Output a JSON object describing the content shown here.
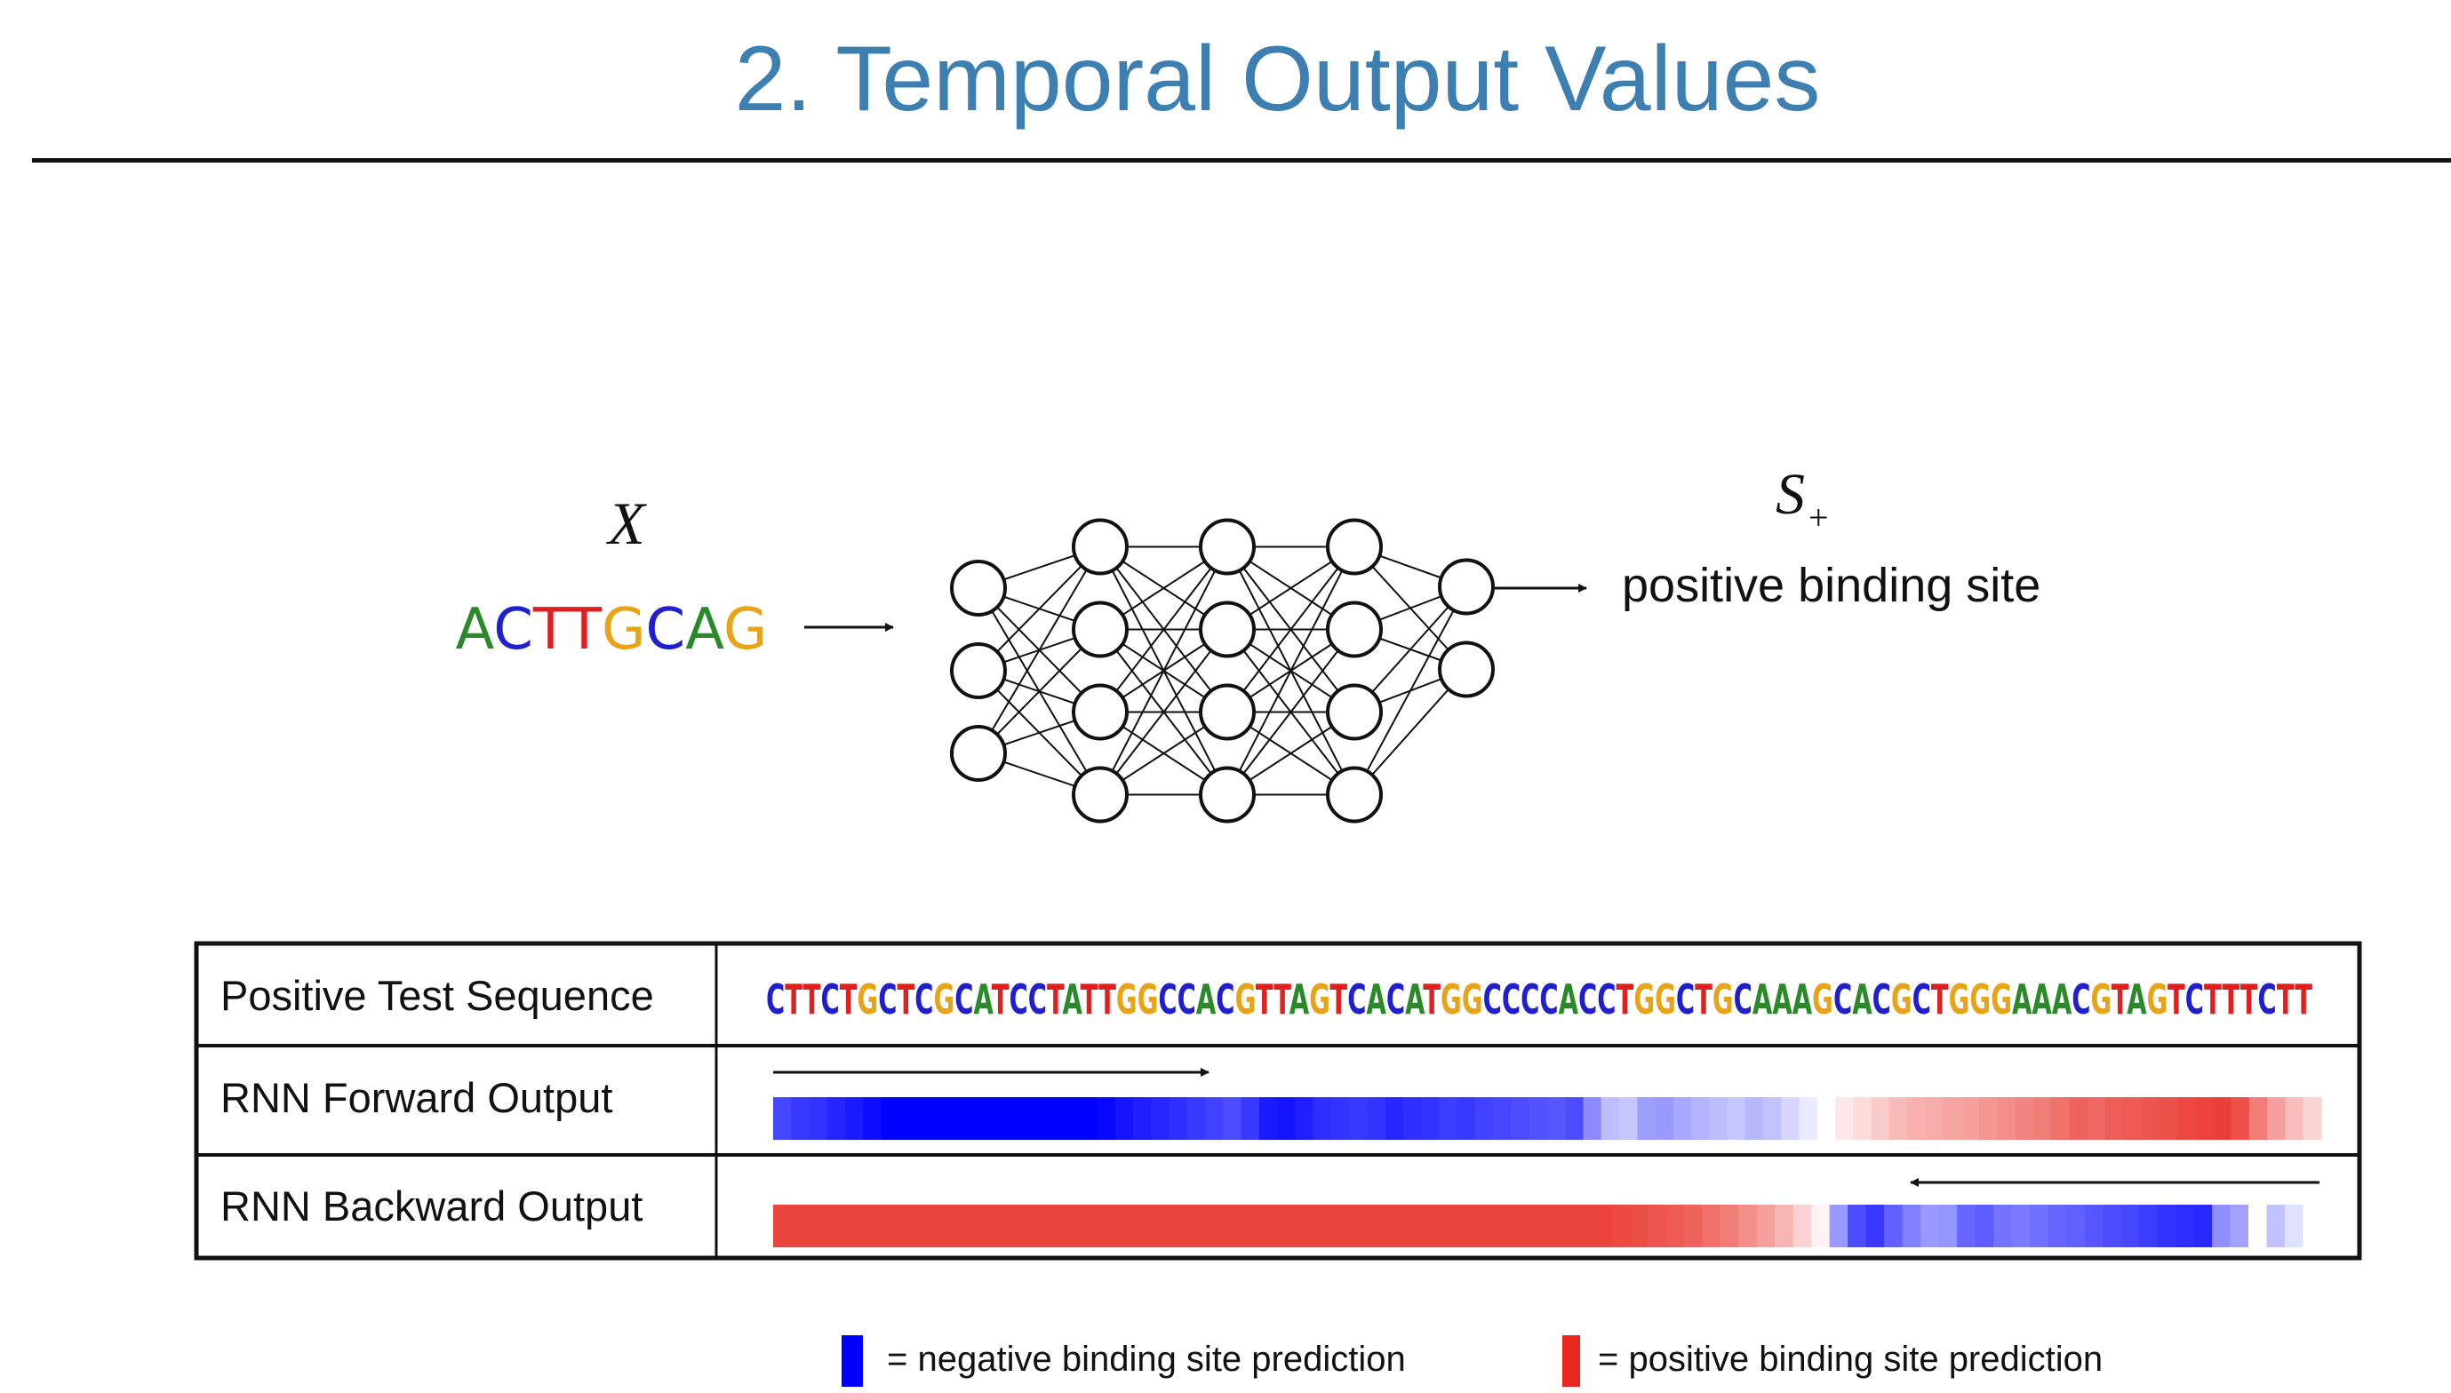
{
  "title": "2. Temporal Output Values",
  "input": {
    "variable": "X",
    "sequence": "ACTTGCAG"
  },
  "output": {
    "variable": "S",
    "subscript": "+",
    "label": "positive binding site"
  },
  "network": {
    "layers": [
      3,
      4,
      4,
      4,
      2
    ]
  },
  "table": {
    "rows": [
      {
        "label": "Positive Test Sequence"
      },
      {
        "label": "RNN Forward Output"
      },
      {
        "label": "RNN Backward Output"
      }
    ],
    "test_sequence": "CTTCTGCTCGCATCCTATTGGCCACGTTAGTCACATGGCCCCACCTGGCTGCAAAGCACGCTGGGAAACGTAGTCTTTCTT",
    "forward_scores": [
      -0.72,
      -0.78,
      -0.8,
      -0.86,
      -0.9,
      -0.95,
      -1.0,
      -1.0,
      -1.0,
      -1.0,
      -1.0,
      -1.0,
      -1.0,
      -1.0,
      -1.0,
      -1.0,
      -1.0,
      -1.0,
      -0.97,
      -0.92,
      -0.88,
      -0.85,
      -0.82,
      -0.78,
      -0.74,
      -0.7,
      -0.78,
      -0.9,
      -0.92,
      -0.88,
      -0.82,
      -0.8,
      -0.78,
      -0.8,
      -0.85,
      -0.82,
      -0.8,
      -0.76,
      -0.78,
      -0.74,
      -0.72,
      -0.7,
      -0.68,
      -0.66,
      -0.7,
      -0.45,
      -0.26,
      -0.22,
      -0.38,
      -0.4,
      -0.34,
      -0.3,
      -0.26,
      -0.22,
      -0.28,
      -0.24,
      -0.16,
      -0.08,
      0.0,
      0.1,
      0.16,
      0.24,
      0.32,
      0.36,
      0.38,
      0.42,
      0.44,
      0.48,
      0.52,
      0.56,
      0.6,
      0.66,
      0.72,
      0.7,
      0.74,
      0.76,
      0.78,
      0.8,
      0.84,
      0.86,
      0.88,
      0.8,
      0.6,
      0.44,
      0.3,
      0.2
    ],
    "backward_scores": [
      0.86,
      0.86,
      0.86,
      0.86,
      0.86,
      0.86,
      0.86,
      0.86,
      0.86,
      0.86,
      0.86,
      0.86,
      0.86,
      0.86,
      0.86,
      0.86,
      0.86,
      0.86,
      0.86,
      0.86,
      0.86,
      0.86,
      0.86,
      0.86,
      0.86,
      0.86,
      0.86,
      0.86,
      0.86,
      0.86,
      0.86,
      0.86,
      0.86,
      0.86,
      0.86,
      0.86,
      0.86,
      0.86,
      0.86,
      0.86,
      0.86,
      0.86,
      0.86,
      0.86,
      0.86,
      0.86,
      0.84,
      0.82,
      0.78,
      0.76,
      0.72,
      0.66,
      0.6,
      0.52,
      0.44,
      0.34,
      0.2,
      0.06,
      -0.4,
      -0.7,
      -0.78,
      -0.62,
      -0.5,
      -0.4,
      -0.42,
      -0.6,
      -0.64,
      -0.55,
      -0.52,
      -0.56,
      -0.6,
      -0.62,
      -0.66,
      -0.7,
      -0.72,
      -0.76,
      -0.8,
      -0.82,
      -0.84,
      -0.44,
      -0.36,
      0.0,
      -0.24,
      -0.12,
      0.0
    ],
    "forward_direction": "forward",
    "backward_direction": "backward"
  },
  "legend": {
    "negative": "= negative binding site prediction",
    "positive": "= positive binding site prediction"
  },
  "colors": {
    "title": "#3d7fb0",
    "nucleotide_A": "#2a8a2a",
    "nucleotide_C": "#1f1fcf",
    "nucleotide_G": "#e8a317",
    "nucleotide_T": "#e0201e",
    "negative": "#0000ff",
    "positive": "#e8261e"
  }
}
